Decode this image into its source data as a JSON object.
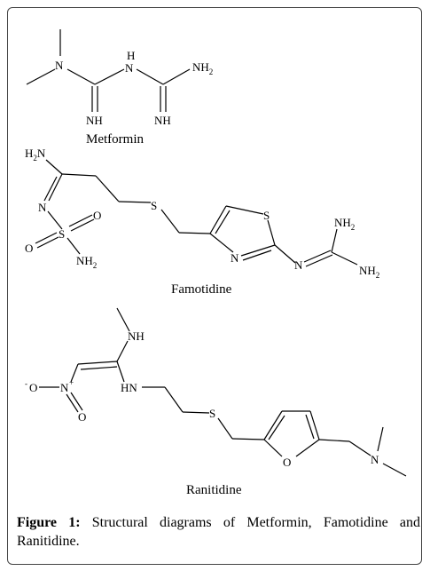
{
  "compounds": [
    {
      "name": "Metformin"
    },
    {
      "name": "Famotidine"
    },
    {
      "name": "Ranitidine"
    }
  ],
  "atoms": {
    "N": "N",
    "NH": "NH",
    "H": "H",
    "S": "S",
    "O": "O",
    "HN": "HN",
    "N_plus": "+",
    "O_minus": "-",
    "NH2_main": "NH",
    "NH2_sub": "2",
    "H2N_H": "H",
    "H2N_sub": "2",
    "H2N_N": "N"
  },
  "caption": {
    "label": "Figure 1:",
    "text": "Structural diagrams of Metformin, Famotidine and Ranitidine."
  }
}
